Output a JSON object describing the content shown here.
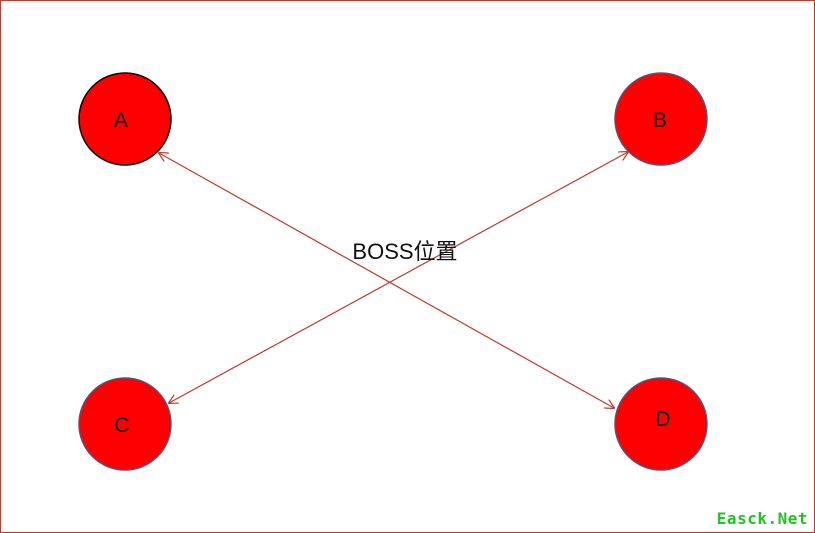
{
  "nodes": [
    {
      "id": "A",
      "label": "A"
    },
    {
      "id": "B",
      "label": "B"
    },
    {
      "id": "C",
      "label": "C"
    },
    {
      "id": "D",
      "label": "D"
    }
  ],
  "center_label": "BOSS位置",
  "edges": [
    {
      "from": "D",
      "to": "A",
      "type": "bidirectional"
    },
    {
      "from": "C",
      "to": "B",
      "type": "bidirectional"
    }
  ],
  "colors": {
    "node_fill": "#ff0000",
    "node_stroke": "#55527a",
    "node_a_stroke": "#000000",
    "edge": "#c0392b",
    "frame": "#c0392b",
    "watermark": "#22c422"
  },
  "watermark": "Easck.Net"
}
